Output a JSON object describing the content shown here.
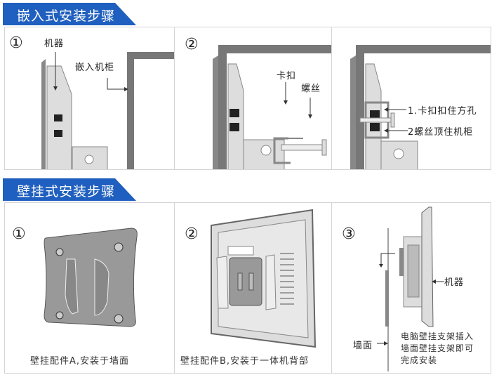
{
  "sections": [
    {
      "title": "嵌入式安装步骤",
      "steps": [
        {
          "num": "①",
          "labels": [
            "机器",
            "嵌入机柜"
          ]
        },
        {
          "num": "②",
          "labels": [
            "卡扣",
            "螺丝"
          ]
        },
        {
          "num": "",
          "labels": [
            "1.卡扣扣住方孔",
            "2螺丝顶住机柜"
          ]
        }
      ]
    },
    {
      "title": "壁挂式安装步骤",
      "steps": [
        {
          "num": "①",
          "caption": "壁挂配件A,安装于墙面"
        },
        {
          "num": "②",
          "caption": "壁挂配件B,安装于一体机背部"
        },
        {
          "num": "③",
          "labels": [
            "机器",
            "墙面"
          ],
          "note": [
            "电脑壁挂支架插入",
            "墙面壁挂支架即可",
            "完成安装"
          ]
        }
      ]
    }
  ],
  "colors": {
    "banner": "#1f5fbf",
    "frame": "#777777",
    "device": "#d9d9d9"
  }
}
